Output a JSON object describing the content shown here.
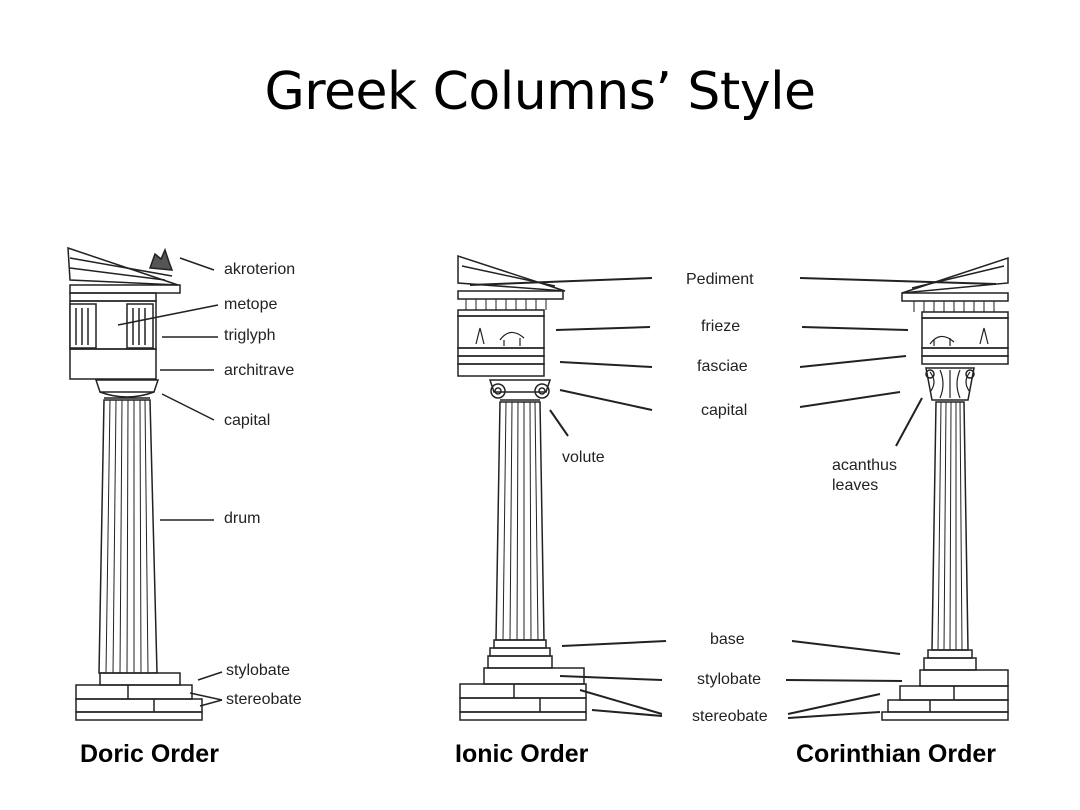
{
  "title": "Greek Columns’ Style",
  "doric": {
    "caption": "Doric Order",
    "labels": {
      "akroterion": "akroterion",
      "metope": "metope",
      "triglyph": "triglyph",
      "architrave": "architrave",
      "capital": "capital",
      "drum": "drum",
      "stylobate": "stylobate",
      "stereobate": "stereobate"
    }
  },
  "ionic": {
    "caption": "Ionic Order",
    "labels": {
      "volute": "volute"
    }
  },
  "corinthian": {
    "caption": "Corinthian Order",
    "labels": {
      "acanthus": "acanthus",
      "leaves": "leaves"
    }
  },
  "shared_labels": {
    "pediment": "Pediment",
    "frieze": "frieze",
    "fasciae": "fasciae",
    "capital": "capital",
    "base": "base",
    "stylobate": "stylobate",
    "stereobate": "stereobate"
  }
}
